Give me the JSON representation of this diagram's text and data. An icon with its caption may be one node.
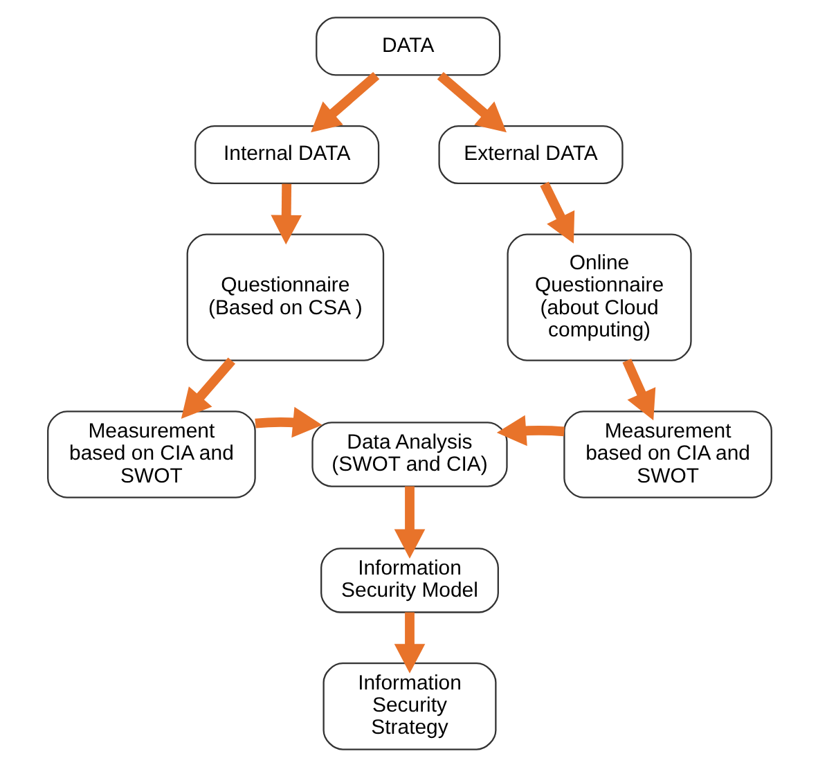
{
  "diagram": {
    "nodes": [
      {
        "text": [
          "DATA"
        ]
      },
      {
        "text": [
          "Internal DATA"
        ]
      },
      {
        "text": [
          "External DATA"
        ]
      },
      {
        "text": [
          "Questionnaire (Based on CSA )"
        ]
      },
      {
        "text": [
          "Online Questionnaire (about Cloud computing)"
        ]
      },
      {
        "text": [
          "Measurement based on CIA and SWOT"
        ]
      },
      {
        "text": [
          "Data Analysis (SWOT and CIA)"
        ]
      },
      {
        "text": [
          "Measurement based on CIA and SWOT"
        ]
      },
      {
        "text": [
          "Information Security Model"
        ]
      },
      {
        "text": [
          "Information Security Strategy"
        ]
      }
    ],
    "edges": [
      {
        "from": 0,
        "to": 1,
        "arrow": "to"
      },
      {
        "from": 0,
        "to": 2,
        "arrow": "to"
      },
      {
        "from": 1,
        "to": 3,
        "arrow": "to"
      },
      {
        "from": 2,
        "to": 4,
        "arrow": "to"
      },
      {
        "from": 3,
        "to": 5,
        "arrow": "to"
      },
      {
        "from": 4,
        "to": 7,
        "arrow": "to"
      },
      {
        "from": 5,
        "to": 6,
        "arrow": "to"
      },
      {
        "from": 7,
        "to": 6,
        "arrow": "to"
      },
      {
        "from": 6,
        "to": 8,
        "arrow": "to"
      },
      {
        "from": 8,
        "to": 9,
        "arrow": "to"
      }
    ]
  }
}
